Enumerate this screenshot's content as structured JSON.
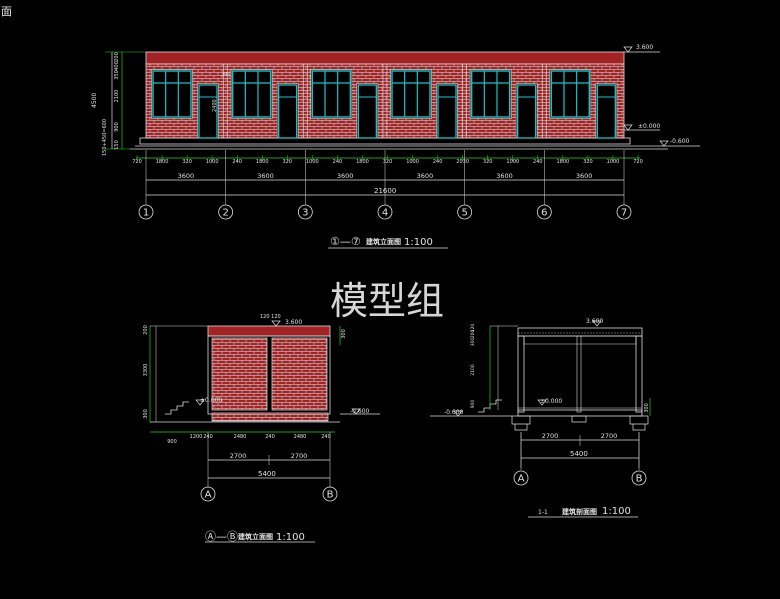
{
  "corner_label": "面",
  "watermark": "模型组",
  "colors": {
    "background": "#000000",
    "brick": "#a32224",
    "mortar": "#d9d9d9",
    "window": "#18c4c8",
    "dimension": "#e0e0e0",
    "green": "#1fd61f",
    "yellow": "#e6e61e"
  },
  "front_elevation": {
    "top_elev": "3.600",
    "ground_elev": "±0.000",
    "outside_elev": "-0.600",
    "left_dims": [
      "200",
      "400",
      "350",
      "2100",
      "900",
      "150"
    ],
    "left_total": "4500",
    "left_bottom": "150+450=600",
    "door_height": "2400",
    "window_sill": "300",
    "detail_dims": [
      "720",
      "1800",
      "320",
      "1000",
      "240",
      "1800",
      "320",
      "1000",
      "240",
      "1800",
      "320",
      "1000",
      "240",
      "2030",
      "320",
      "1000",
      "240",
      "1800",
      "320",
      "1000",
      "720"
    ],
    "bay_dims": [
      "3600",
      "3600",
      "3600",
      "3600",
      "3600",
      "3600"
    ],
    "total_dim": "21600",
    "axes": [
      "1",
      "2",
      "3",
      "4",
      "5",
      "6",
      "7"
    ],
    "title_axes": "①—⑦",
    "title": "建筑立面图",
    "scale": "1:100"
  },
  "side_elevation": {
    "top_dims": "120 120",
    "top_elev": "3.600",
    "ground_elev": "±0.000",
    "outside_elev": "-0.600",
    "left_dims": [
      "200",
      "3300",
      "300"
    ],
    "right_dims": [
      "300"
    ],
    "detail_dims": [
      "900",
      "1200",
      "240",
      "2480",
      "240",
      "2480",
      "240"
    ],
    "bay_dims": [
      "2700",
      "2700"
    ],
    "total_dim": "5400",
    "axes": [
      "A",
      "B"
    ],
    "title_axes": "Ⓐ—Ⓑ",
    "title": "建筑立面图",
    "scale": "1:100"
  },
  "section": {
    "top_elev": "3.600",
    "ground_elev": "±0.000",
    "outside_elev": "-0.600",
    "left_dims": [
      "120",
      "200",
      "300",
      "2100",
      "900"
    ],
    "right_dims": [
      "300"
    ],
    "bay_dims": [
      "2700",
      "2700"
    ],
    "total_dim": "5400",
    "axes": [
      "A",
      "B"
    ],
    "title_prefix": "1-1",
    "title": "建筑剖面图",
    "scale": "1:100"
  }
}
